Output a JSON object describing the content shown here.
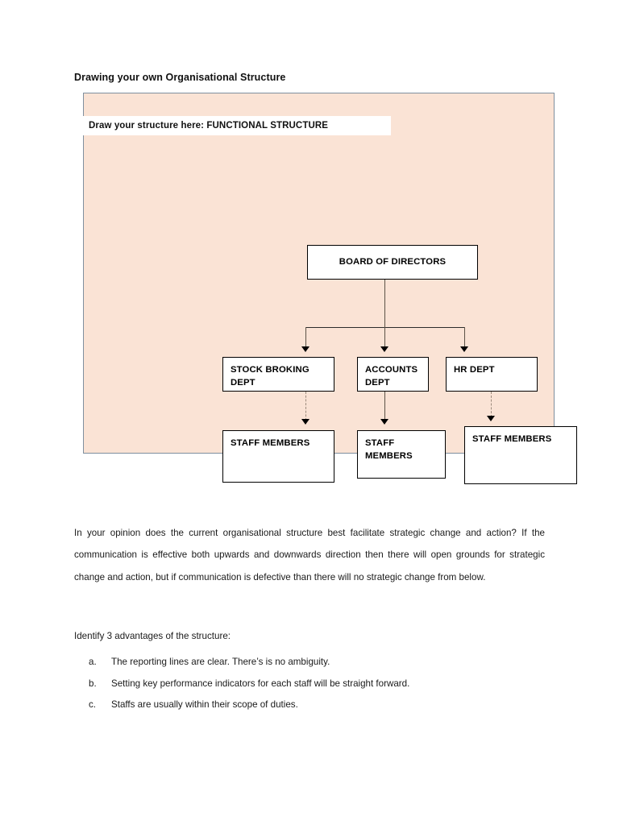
{
  "document": {
    "title": "Drawing your own Organisational Structure"
  },
  "diagram": {
    "label": "Draw your structure here: FUNCTIONAL STRUCTURE",
    "canvas_fill": "#FAE3D5",
    "canvas_border": "#7F8F9E",
    "node_fill": "#FFFFFF",
    "node_border": "#000000",
    "nodes": [
      {
        "id": "board",
        "label": "BOARD OF DIRECTORS",
        "level": 0
      },
      {
        "id": "stock",
        "label": "STOCK BROKING DEPT",
        "level": 1
      },
      {
        "id": "accounts",
        "label": "ACCOUNTS DEPT",
        "level": 1
      },
      {
        "id": "hr",
        "label": "HR DEPT",
        "level": 1
      },
      {
        "id": "staff1",
        "label": "STAFF MEMBERS",
        "level": 2
      },
      {
        "id": "staff2",
        "label": "STAFF MEMBERS",
        "level": 2
      },
      {
        "id": "staff3",
        "label": "STAFF MEMBERS",
        "level": 2
      }
    ],
    "connectors": [
      {
        "from": "board",
        "to": "stock",
        "style": "solid"
      },
      {
        "from": "board",
        "to": "accounts",
        "style": "solid"
      },
      {
        "from": "board",
        "to": "hr",
        "style": "solid"
      },
      {
        "from": "stock",
        "to": "staff1",
        "style": "dashed"
      },
      {
        "from": "accounts",
        "to": "staff2",
        "style": "solid"
      },
      {
        "from": "hr",
        "to": "staff3",
        "style": "dashed"
      }
    ]
  },
  "body": {
    "paragraph": "In your opinion does the current organisational structure best facilitate strategic change and action?   If the communication is effective both upwards and downwards direction then there will open grounds for strategic change and action, but if communication is defective than there will no strategic change from below.",
    "prompt": "Identify 3 advantages of the structure:",
    "advantages": [
      {
        "marker": "a.",
        "text": "The reporting lines are clear. There’s is no ambiguity."
      },
      {
        "marker": "b.",
        "text": "Setting key performance indicators for each staff will be straight forward."
      },
      {
        "marker": "c.",
        "text": "Staffs are usually within their scope of duties."
      }
    ]
  }
}
